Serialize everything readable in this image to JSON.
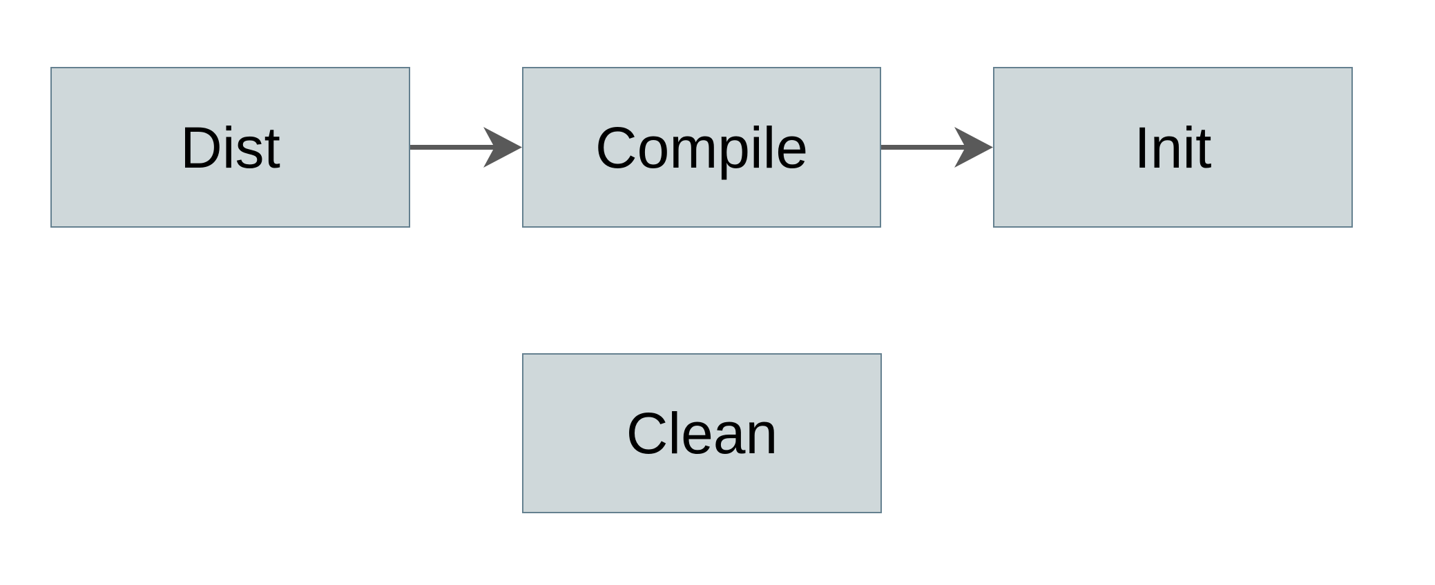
{
  "diagram": {
    "nodes": [
      {
        "id": "dist",
        "label": "Dist"
      },
      {
        "id": "compile",
        "label": "Compile"
      },
      {
        "id": "init",
        "label": "Init"
      },
      {
        "id": "clean",
        "label": "Clean"
      }
    ],
    "edges": [
      {
        "from": "Dist",
        "to": "Compile",
        "style": "solid-arrow"
      },
      {
        "from": "Compile",
        "to": "Init",
        "style": "solid-arrow"
      }
    ],
    "colors": {
      "node_fill": "#cfd8da",
      "node_border": "#64808f",
      "arrow": "#595959",
      "text": "#000000",
      "background": "#ffffff"
    }
  }
}
